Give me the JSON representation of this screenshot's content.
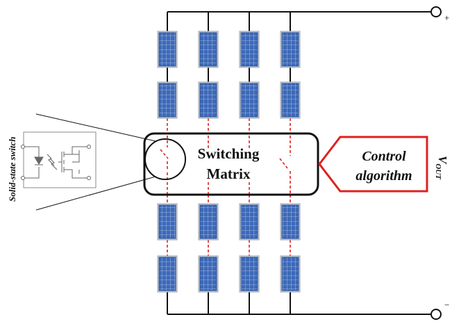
{
  "diagram": {
    "terminals": {
      "positive_symbol": "+",
      "negative_symbol": "−",
      "output_label": "V",
      "output_subscript": "OUT"
    },
    "switching_matrix": {
      "line1": "Switching",
      "line2": "Matrix"
    },
    "control": {
      "line1": "Control",
      "line2": "algorithm"
    },
    "inset": {
      "label": "Solid-state switch"
    },
    "panels": {
      "columns": 4,
      "rows_above": 2,
      "rows_below": 2
    },
    "colors": {
      "wire": "#111111",
      "dashed_link": "#e02020",
      "control_border": "#e02020",
      "panel_fill": "#3a66b4",
      "panel_grid": "#b7cae8",
      "panel_frame": "#c8cfd8"
    }
  }
}
